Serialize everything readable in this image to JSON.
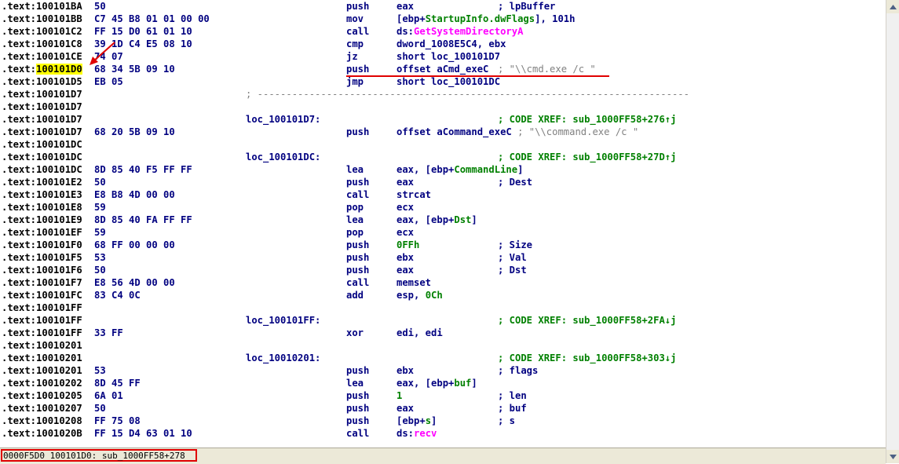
{
  "listing": [
    {
      "addr": "100101BA",
      "bytes": "50",
      "mnem": "push",
      "ops": [
        {
          "t": "eax",
          "c": "navy"
        }
      ],
      "cmt": [
        {
          "t": "; lpBuffer",
          "c": "navy"
        }
      ]
    },
    {
      "addr": "100101BB",
      "bytes": "C7 45 B8 01 01 00 00",
      "mnem": "mov",
      "ops": [
        {
          "t": "[ebp+",
          "c": "navy"
        },
        {
          "t": "StartupInfo.dwFlags",
          "c": "green"
        },
        {
          "t": "], 101h",
          "c": "navy"
        }
      ]
    },
    {
      "addr": "100101C2",
      "bytes": "FF 15 D0 61 01 10",
      "mnem": "call",
      "ops": [
        {
          "t": "ds:",
          "c": "navy"
        },
        {
          "t": "GetSystemDirectoryA",
          "c": "mag"
        }
      ]
    },
    {
      "addr": "100101C8",
      "bytes": "39 1D C4 E5 08 10",
      "mnem": "cmp",
      "ops": [
        {
          "t": "dword_1008E5C4, ebx",
          "c": "navy"
        }
      ]
    },
    {
      "addr": "100101CE",
      "bytes": "74 07",
      "mnem": "jz",
      "ops": [
        {
          "t": "short loc_100101D7",
          "c": "navy"
        }
      ]
    },
    {
      "addr": "100101D0",
      "bytes": "68 34 5B 09 10",
      "mnem": "push",
      "ops": [
        {
          "t": "offset aCmd_exeC",
          "c": "navy"
        }
      ],
      "cmt": [
        {
          "t": "; \"\\\\cmd.exe /c \"",
          "c": "gray"
        }
      ],
      "highlight": true
    },
    {
      "addr": "100101D5",
      "bytes": "EB 05",
      "mnem": "jmp",
      "ops": [
        {
          "t": "short loc_100101DC",
          "c": "navy"
        }
      ]
    },
    {
      "addr": "100101D7",
      "sep": "; ---------------------------------------------------------------------------"
    },
    {
      "addr": "100101D7"
    },
    {
      "addr": "100101D7",
      "label": "loc_100101D7:",
      "cmt": [
        {
          "t": "; CODE XREF: ",
          "c": "green"
        },
        {
          "t": "sub_1000FF58+276↑j",
          "c": "green"
        }
      ]
    },
    {
      "addr": "100101D7",
      "bytes": "68 20 5B 09 10",
      "mnem": "push",
      "ops": [
        {
          "t": "offset aCommand_exeC",
          "c": "navy"
        },
        {
          "t": " ; \"\\\\command.exe /c \"",
          "c": "gray"
        }
      ]
    },
    {
      "addr": "100101DC"
    },
    {
      "addr": "100101DC",
      "label": "loc_100101DC:",
      "cmt": [
        {
          "t": "; CODE XREF: sub_1000FF58+27D↑j",
          "c": "green"
        }
      ]
    },
    {
      "addr": "100101DC",
      "bytes": "8D 85 40 F5 FF FF",
      "mnem": "lea",
      "ops": [
        {
          "t": "eax, [ebp+",
          "c": "navy"
        },
        {
          "t": "CommandLine",
          "c": "green"
        },
        {
          "t": "]",
          "c": "navy"
        }
      ]
    },
    {
      "addr": "100101E2",
      "bytes": "50",
      "mnem": "push",
      "ops": [
        {
          "t": "eax",
          "c": "navy"
        }
      ],
      "cmt": [
        {
          "t": "; Dest",
          "c": "navy"
        }
      ]
    },
    {
      "addr": "100101E3",
      "bytes": "E8 B8 4D 00 00",
      "mnem": "call",
      "ops": [
        {
          "t": "strcat",
          "c": "navy"
        }
      ]
    },
    {
      "addr": "100101E8",
      "bytes": "59",
      "mnem": "pop",
      "ops": [
        {
          "t": "ecx",
          "c": "navy"
        }
      ]
    },
    {
      "addr": "100101E9",
      "bytes": "8D 85 40 FA FF FF",
      "mnem": "lea",
      "ops": [
        {
          "t": "eax, [ebp+",
          "c": "navy"
        },
        {
          "t": "Dst",
          "c": "green"
        },
        {
          "t": "]",
          "c": "navy"
        }
      ]
    },
    {
      "addr": "100101EF",
      "bytes": "59",
      "mnem": "pop",
      "ops": [
        {
          "t": "ecx",
          "c": "navy"
        }
      ]
    },
    {
      "addr": "100101F0",
      "bytes": "68 FF 00 00 00",
      "mnem": "push",
      "ops": [
        {
          "t": "0FFh",
          "c": "green"
        }
      ],
      "cmt": [
        {
          "t": "; Size",
          "c": "navy"
        }
      ]
    },
    {
      "addr": "100101F5",
      "bytes": "53",
      "mnem": "push",
      "ops": [
        {
          "t": "ebx",
          "c": "navy"
        }
      ],
      "cmt": [
        {
          "t": "; Val",
          "c": "navy"
        }
      ]
    },
    {
      "addr": "100101F6",
      "bytes": "50",
      "mnem": "push",
      "ops": [
        {
          "t": "eax",
          "c": "navy"
        }
      ],
      "cmt": [
        {
          "t": "; Dst",
          "c": "navy"
        }
      ]
    },
    {
      "addr": "100101F7",
      "bytes": "E8 56 4D 00 00",
      "mnem": "call",
      "ops": [
        {
          "t": "memset",
          "c": "navy"
        }
      ]
    },
    {
      "addr": "100101FC",
      "bytes": "83 C4 0C",
      "mnem": "add",
      "ops": [
        {
          "t": "esp, ",
          "c": "navy"
        },
        {
          "t": "0Ch",
          "c": "green"
        }
      ]
    },
    {
      "addr": "100101FF"
    },
    {
      "addr": "100101FF",
      "label": "loc_100101FF:",
      "cmt": [
        {
          "t": "; CODE XREF: sub_1000FF58+2FA↓j",
          "c": "green"
        }
      ]
    },
    {
      "addr": "100101FF",
      "bytes": "33 FF",
      "mnem": "xor",
      "ops": [
        {
          "t": "edi, edi",
          "c": "navy"
        }
      ]
    },
    {
      "addr": "10010201"
    },
    {
      "addr": "10010201",
      "label": "loc_10010201:",
      "cmt": [
        {
          "t": "; CODE XREF: sub_1000FF58+303↓j",
          "c": "green"
        }
      ]
    },
    {
      "addr": "10010201",
      "bytes": "53",
      "mnem": "push",
      "ops": [
        {
          "t": "ebx",
          "c": "navy"
        }
      ],
      "cmt": [
        {
          "t": "; flags",
          "c": "navy"
        }
      ]
    },
    {
      "addr": "10010202",
      "bytes": "8D 45 FF",
      "mnem": "lea",
      "ops": [
        {
          "t": "eax, [ebp+",
          "c": "navy"
        },
        {
          "t": "buf",
          "c": "green"
        },
        {
          "t": "]",
          "c": "navy"
        }
      ]
    },
    {
      "addr": "10010205",
      "bytes": "6A 01",
      "mnem": "push",
      "ops": [
        {
          "t": "1",
          "c": "green"
        }
      ],
      "cmt": [
        {
          "t": "; len",
          "c": "navy"
        }
      ]
    },
    {
      "addr": "10010207",
      "bytes": "50",
      "mnem": "push",
      "ops": [
        {
          "t": "eax",
          "c": "navy"
        }
      ],
      "cmt": [
        {
          "t": "; buf",
          "c": "navy"
        }
      ]
    },
    {
      "addr": "10010208",
      "bytes": "FF 75 08",
      "mnem": "push",
      "ops": [
        {
          "t": "[ebp+",
          "c": "navy"
        },
        {
          "t": "s",
          "c": "green"
        },
        {
          "t": "]",
          "c": "navy"
        }
      ],
      "cmt": [
        {
          "t": "; s",
          "c": "navy"
        }
      ]
    },
    {
      "addr": "1001020B",
      "bytes": "FF 15 D4 63 01 10",
      "mnem": "call",
      "ops": [
        {
          "t": "ds:",
          "c": "navy"
        },
        {
          "t": "recv",
          "c": "mag"
        }
      ]
    }
  ],
  "segment_prefix": ".text:",
  "status_text": "0000F5D0 100101D0: sub_1000FF58+278",
  "colors": {
    "highlight": "#ffff00",
    "annotation": "#e00000"
  },
  "icons": {
    "scroll_up": "scroll-up-arrow-icon",
    "scroll_down": "scroll-down-arrow-icon"
  }
}
